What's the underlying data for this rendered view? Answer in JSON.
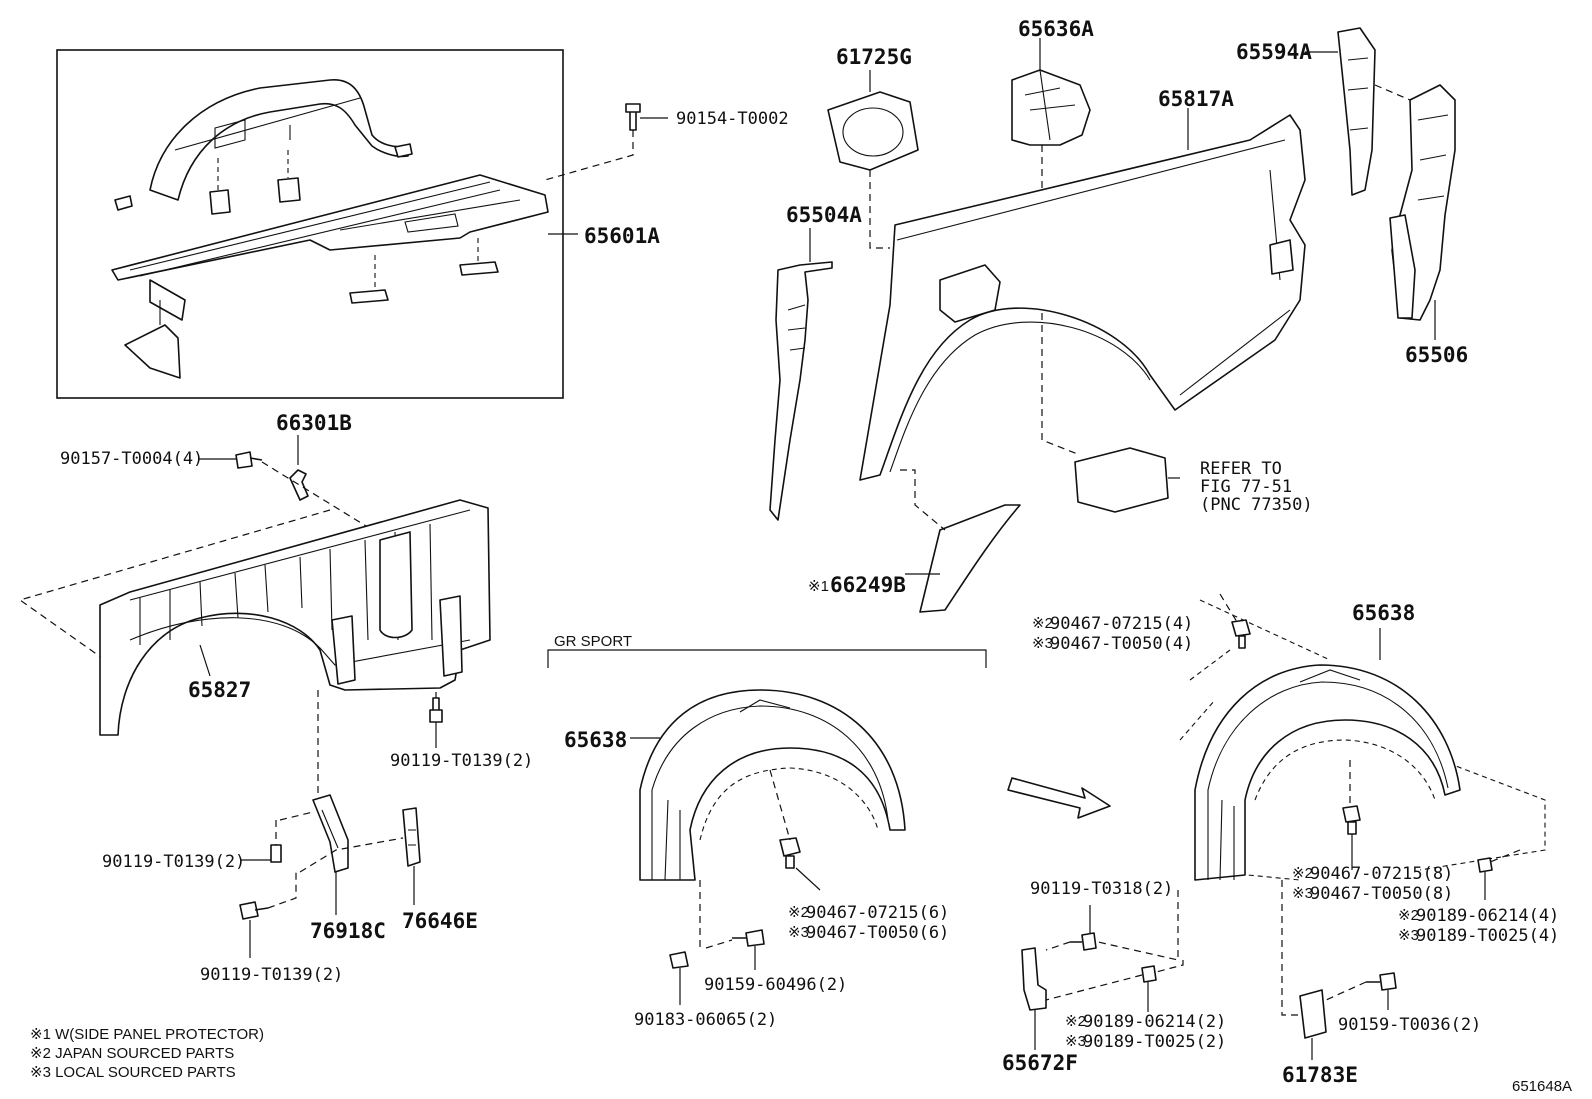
{
  "diagram_id": "651648A",
  "group_label": "GR SPORT",
  "labels": {
    "p65601A": "65601A",
    "p90154_T0002": "90154-T0002",
    "p66301B": "66301B",
    "p90157_T0004": "90157-T0004(4)",
    "p65827": "65827",
    "p90119_T0139_a": "90119-T0139(2)",
    "p90119_T0139_b": "90119-T0139(2)",
    "p90119_T0139_c": "90119-T0139(2)",
    "p76918C": "76918C",
    "p76646E": "76646E",
    "p61725G": "61725G",
    "p65636A": "65636A",
    "p65594A": "65594A",
    "p65817A": "65817A",
    "p65504A": "65504A",
    "p65506": "65506",
    "refer_1": "REFER TO",
    "refer_2": "FIG 77-51",
    "refer_3": "(PNC 77350)",
    "p66249B": "66249B",
    "p65638_gr": "65638",
    "p65638": "65638",
    "gr_clip_a": "90467-07215(6)",
    "gr_clip_b": "90467-T0050(6)",
    "p90159_60496": "90159-60496(2)",
    "p90183_06065": "90183-06065(2)",
    "top_clip_a": "90467-07215(4)",
    "top_clip_b": "90467-T0050(4)",
    "p90119_T0318": "90119-T0318(2)",
    "mid_clip_a": "90467-07215(8)",
    "mid_clip_b": "90467-T0050(8)",
    "r_clip_a": "90189-06214(4)",
    "r_clip_b": "90189-T0025(4)",
    "b_clip_a": "90189-06214(2)",
    "b_clip_b": "90189-T0025(2)",
    "p90159_T0036": "90159-T0036(2)",
    "p65672F": "65672F",
    "p61783E": "61783E"
  },
  "marks": {
    "m1": "※1",
    "m2": "※2",
    "m3": "※3"
  },
  "legend": [
    "※1 W(SIDE PANEL PROTECTOR)",
    "※2 JAPAN SOURCED PARTS",
    "※3 LOCAL SOURCED PARTS"
  ]
}
